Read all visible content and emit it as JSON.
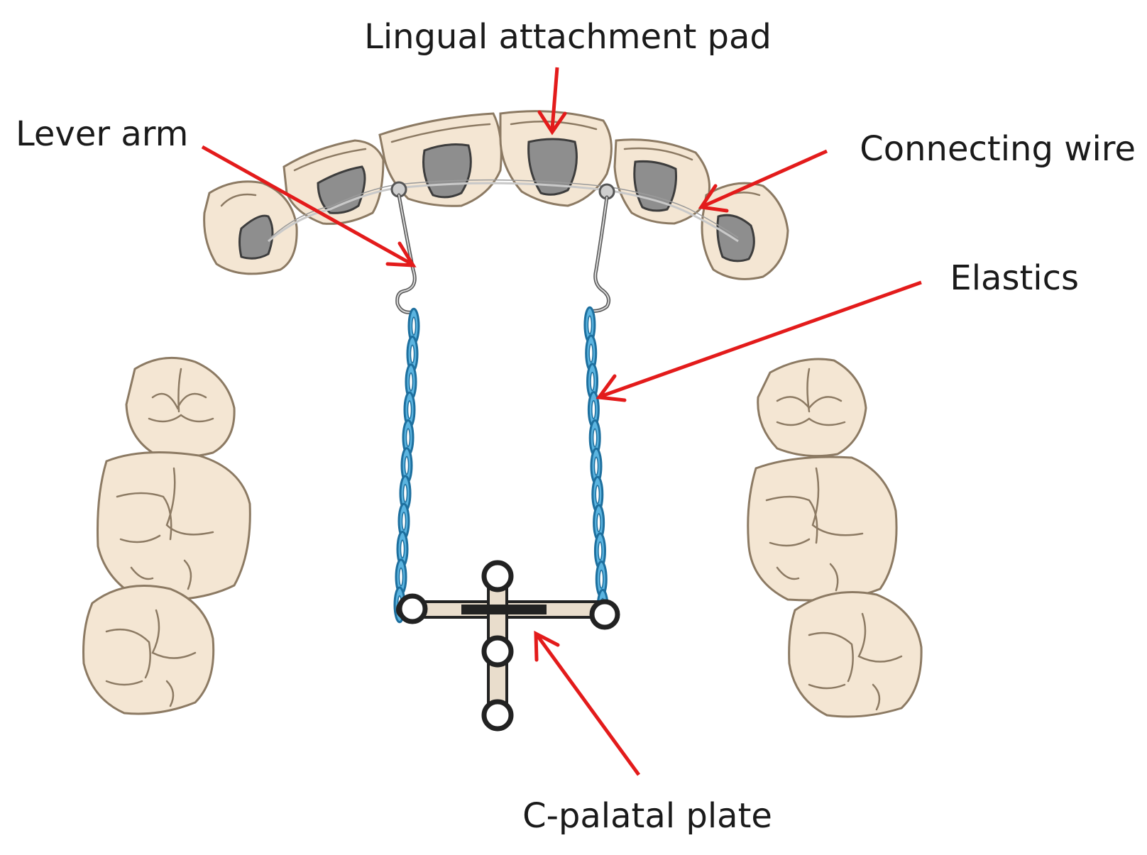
{
  "labels": {
    "lingual_attachment_pad": "Lingual attachment pad",
    "lever_arm": "Lever arm",
    "connecting_wire": "Connecting wire",
    "elastics": "Elastics",
    "c_palatal_plate": "C-palatal plate"
  },
  "colors": {
    "arrow": "#e31b1b",
    "tooth_fill": "#f4e6d3",
    "tooth_outline": "#8c7a63",
    "pad": "#8e8e8e",
    "elastic": "#5bb4e0",
    "text": "#1a1a1a"
  }
}
